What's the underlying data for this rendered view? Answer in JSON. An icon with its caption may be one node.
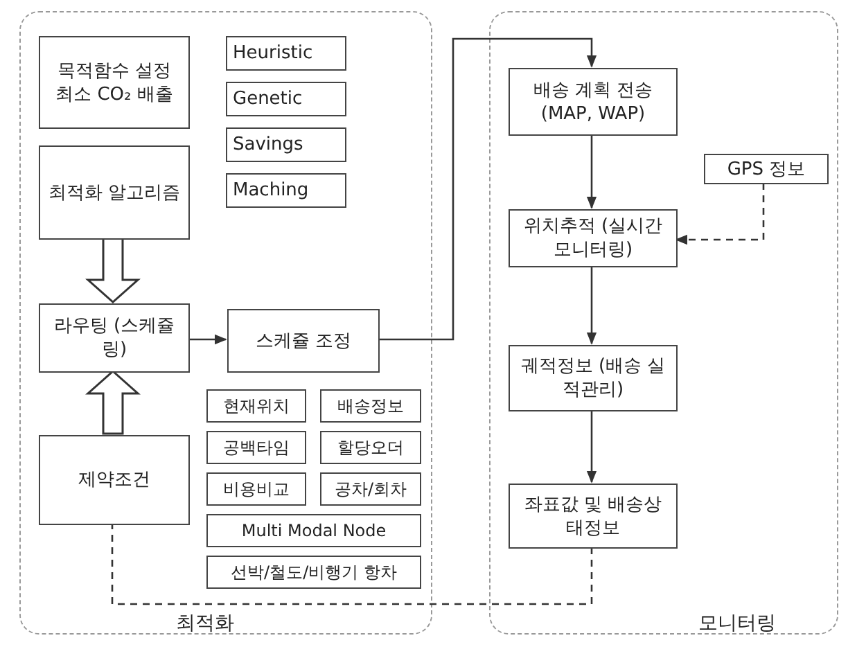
{
  "diagram": {
    "nodes": [
      {
        "text": [
          "최적화"
        ]
      },
      {
        "text": [
          "목적함수 설정 최소 CO₂ 배출"
        ],
        "in": 0
      },
      {
        "text": [
          "Heuristic"
        ],
        "in": 0
      },
      {
        "text": [
          "Genetic"
        ],
        "in": 0
      },
      {
        "text": [
          "Savings"
        ],
        "in": 0
      },
      {
        "text": [
          "Maching"
        ],
        "in": 0
      },
      {
        "text": [
          "최적화 알고리즘"
        ],
        "in": 0
      },
      {
        "text": [
          "라우팅 (스케쥴링)"
        ],
        "in": 0
      },
      {
        "text": [
          "스케쥴 조정"
        ],
        "in": 0
      },
      {
        "text": [
          "제약조건"
        ],
        "in": 0
      },
      {
        "text": [
          "현재위치"
        ],
        "in": 0
      },
      {
        "text": [
          "배송정보"
        ],
        "in": 0
      },
      {
        "text": [
          "공백타임"
        ],
        "in": 0
      },
      {
        "text": [
          "할당오더"
        ],
        "in": 0
      },
      {
        "text": [
          "비용비교"
        ],
        "in": 0
      },
      {
        "text": [
          "공차/회차"
        ],
        "in": 0
      },
      {
        "text": [
          "Multi Modal Node"
        ],
        "in": 0
      },
      {
        "text": [
          "선박/철도/비행기 항차"
        ],
        "in": 0
      },
      {
        "text": [
          "모니터링"
        ]
      },
      {
        "text": [
          "배송 계획 전송 (MAP, WAP)"
        ],
        "in": 18
      },
      {
        "text": [
          "GPS 정보"
        ],
        "in": 18
      },
      {
        "text": [
          "위치추적 (실시간 모니터링)"
        ],
        "in": 18
      },
      {
        "text": [
          "궤적정보 (배송 실적관리)"
        ],
        "in": 18
      },
      {
        "text": [
          "좌표값 및 배송상태정보"
        ],
        "in": 18
      }
    ],
    "edges": [
      {
        "from": 6,
        "to": 7,
        "arrow": "to",
        "style": "thick"
      },
      {
        "from": 9,
        "to": 7,
        "arrow": "to",
        "style": "thick"
      },
      {
        "from": 7,
        "to": 8,
        "arrow": "to"
      },
      {
        "from": 8,
        "to": 19,
        "arrow": "to"
      },
      {
        "from": 19,
        "to": 21,
        "arrow": "to"
      },
      {
        "from": 20,
        "to": 21,
        "arrow": "to",
        "style": "dashed"
      },
      {
        "from": 21,
        "to": 22,
        "arrow": "to"
      },
      {
        "from": 22,
        "to": 23,
        "arrow": "to"
      },
      {
        "from": 23,
        "to": 9,
        "arrow": "none",
        "style": "dashed"
      }
    ]
  }
}
